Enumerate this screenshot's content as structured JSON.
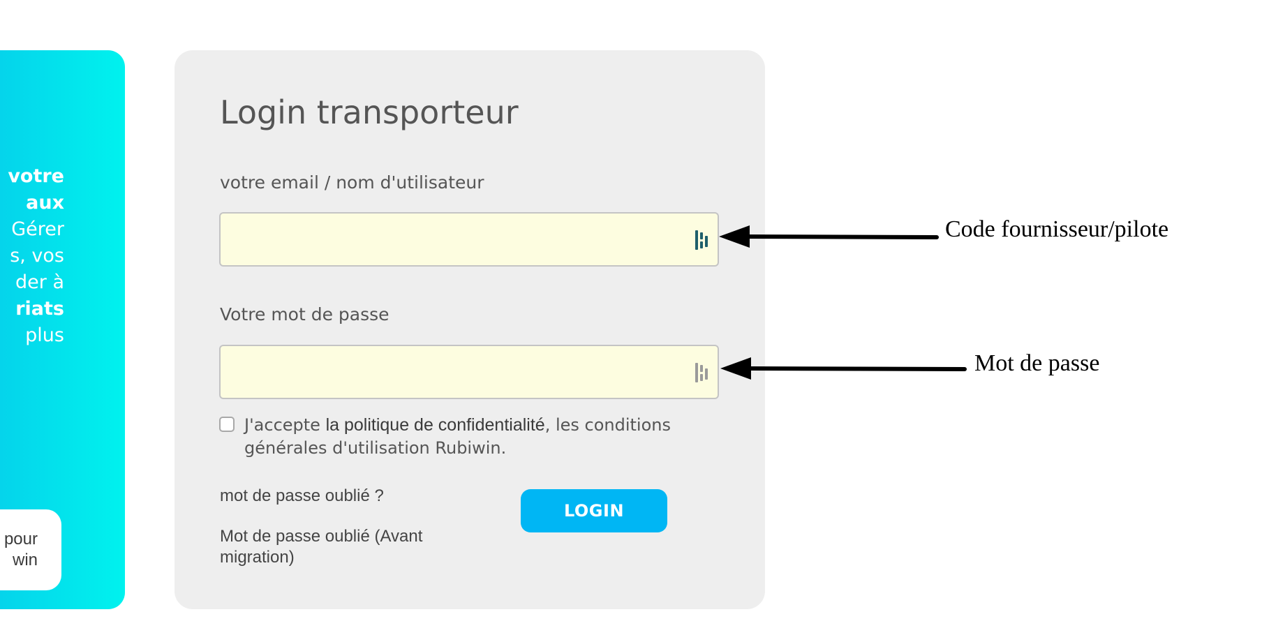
{
  "promo": {
    "lines": [
      {
        "normal": "",
        "bold": "votre"
      },
      {
        "normal": "",
        "bold": "aux"
      },
      {
        "normal": "Gérer",
        "bold": ""
      },
      {
        "normal": "s, vos",
        "bold": ""
      },
      {
        "normal": "der à",
        "bold": ""
      },
      {
        "normal": "",
        "bold": "riats"
      },
      {
        "normal": "plus",
        "bold": ""
      }
    ],
    "card_line1": "pour",
    "card_line2": "win",
    "bg_color_start": "#06cdea",
    "bg_color_end": "#00f2ee"
  },
  "login": {
    "title": "Login transporteur",
    "email_label": "votre email / nom d'utilisateur",
    "email_value": "",
    "password_label": "Votre mot de passe",
    "password_value": "",
    "consent_prefix": "J'accepte ",
    "consent_link": "la politique de confidentialité",
    "consent_suffix": ", les conditions générales d'utilisation Rubiwin.",
    "consent_checked": false,
    "forgot_password": "mot de passe oublié ?",
    "forgot_password_pre_migration": "Mot de passe oublié (Avant migration)",
    "login_button": "LOGIN",
    "button_color": "#00b6f4",
    "input_bg_color": "#fdfde0"
  },
  "icons": {
    "email_field_icon": "password-manager-icon",
    "password_field_icon": "password-manager-icon"
  },
  "annotations": {
    "email_field_note": "Code fournisseur/pilote",
    "password_field_note": "Mot de passe"
  }
}
